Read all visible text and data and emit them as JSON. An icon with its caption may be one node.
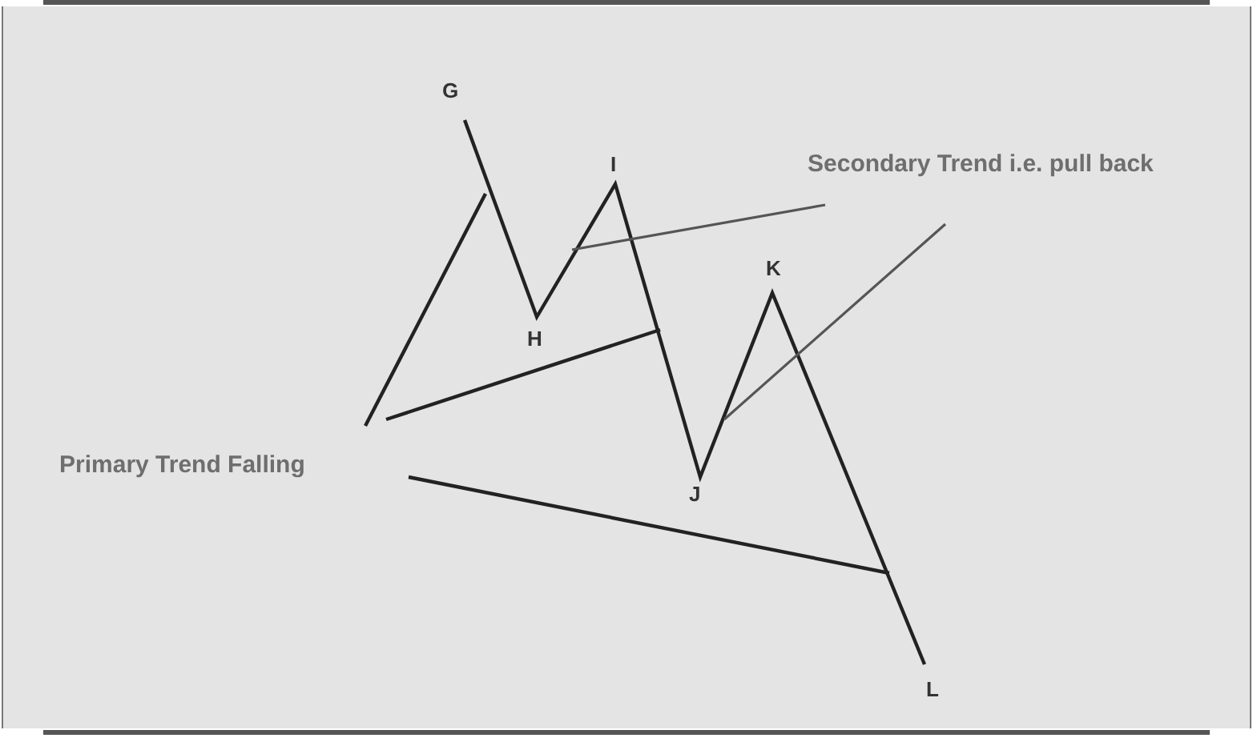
{
  "diagram": {
    "nodes": [
      {
        "text": [
          "Secondary Trend i.e. pull back"
        ]
      },
      {
        "text": [
          "Primary Trend Falling"
        ]
      }
    ],
    "edges": [
      {
        "from": 0,
        "to": null,
        "arrow": "none",
        "color": "#555555"
      },
      {
        "from": 0,
        "to": null,
        "arrow": "none",
        "color": "#555555"
      },
      {
        "from": 1,
        "to": null,
        "arrow": "none"
      },
      {
        "from": 1,
        "to": null,
        "arrow": "none"
      },
      {
        "from": 1,
        "to": null,
        "arrow": "none"
      }
    ],
    "labels": [
      "G",
      "I",
      "K",
      "H",
      "J",
      "L"
    ]
  }
}
